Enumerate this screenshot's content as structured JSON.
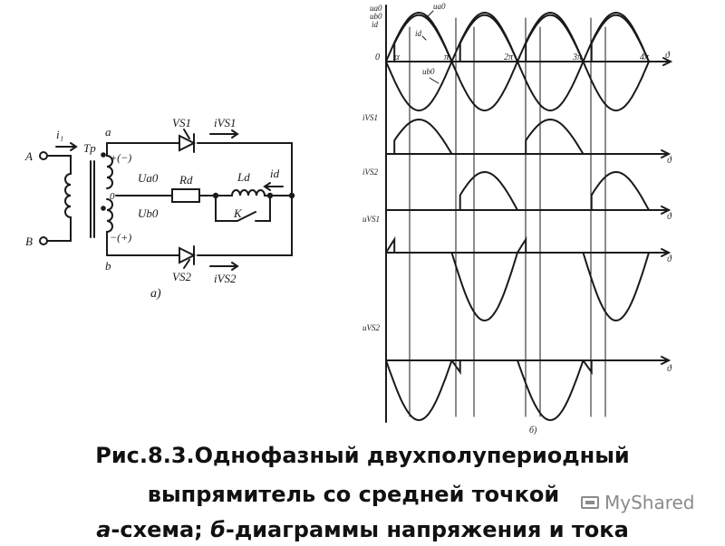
{
  "circuit": {
    "i1": "i₁",
    "A": "A",
    "B": "B",
    "Tp": "Tp",
    "a": "a",
    "b": "b",
    "zero": "0",
    "plus_minus": "+(−)",
    "minus_plus": "−(+)",
    "Ua0": "Ua0",
    "Ub0": "Ub0",
    "VS1": "VS1",
    "VS2": "VS2",
    "iVS1": "iVS1",
    "iVS2": "iVS2",
    "Rd": "Rd",
    "Ld": "Ld",
    "K": "K",
    "id": "id",
    "part_a": "а)"
  },
  "diagrams": {
    "ua0": "ua0",
    "ub0": "ub0",
    "id_top": "id",
    "id_curve": "id",
    "ub0_curve": "ub0",
    "ua0_curve": "ua0",
    "zero": "0",
    "alpha": "α",
    "pi": "π",
    "two_pi": "2π",
    "three_pi": "3π",
    "four_pi": "4π",
    "theta": "ϑ",
    "iVS1": "iVS1",
    "iVS2": "iVS2",
    "uVS1": "uVS1",
    "uVS2": "uVS2",
    "part_b": "б)"
  },
  "caption": {
    "line1": "Рис.8.3.Однофазный двухполупериодный",
    "line2": "выпрямитель со средней точкой",
    "line3_a": "а",
    "line3_mid": "-схема; ",
    "line3_b": "б",
    "line3_end": "-диаграммы напряжения и тока"
  },
  "watermark": {
    "text": "MyShared",
    "icon": "myshared-logo-icon"
  }
}
